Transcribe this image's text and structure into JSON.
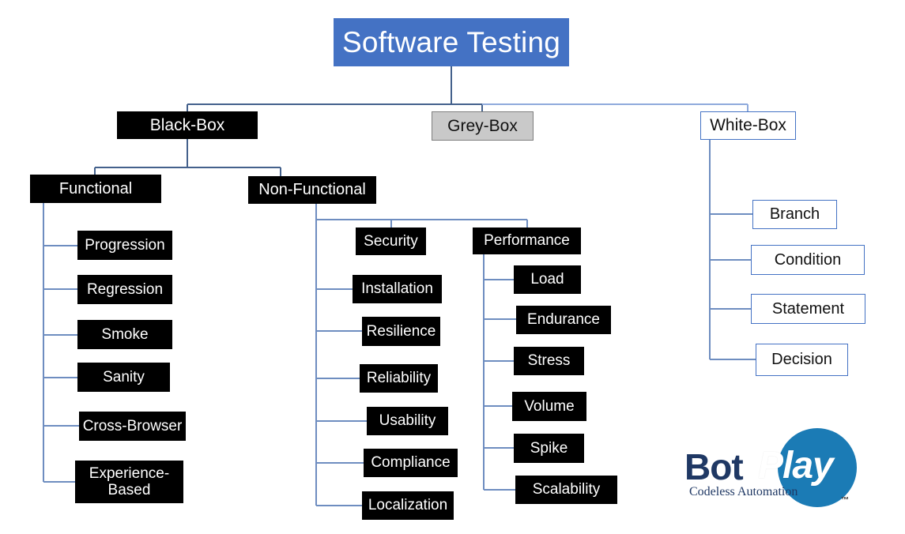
{
  "diagram": {
    "title": "Software Testing",
    "branches": {
      "black_box": "Black-Box",
      "grey_box": "Grey-Box",
      "white_box": "White-Box"
    },
    "black_box_children": {
      "functional": "Functional",
      "non_functional": "Non-Functional"
    },
    "functional_children": [
      "Progression",
      "Regression",
      "Smoke",
      "Sanity",
      "Cross-Browser",
      "Experience-\nBased"
    ],
    "non_functional_children": {
      "security": "Security",
      "performance": "Performance"
    },
    "security_siblings": [
      "Installation",
      "Resilience",
      "Reliability",
      "Usability",
      "Compliance",
      "Localization"
    ],
    "performance_children": [
      "Load",
      "Endurance",
      "Stress",
      "Volume",
      "Spike",
      "Scalability"
    ],
    "white_box_children": [
      "Branch",
      "Condition",
      "Statement",
      "Decision"
    ]
  },
  "logo": {
    "name_dark": "Bot",
    "name_light": "Play",
    "tagline": "Codeless Automation",
    "trademark": "™"
  },
  "colors": {
    "root_fill": "#4472C4",
    "black_fill": "#000000",
    "grey_fill": "#C9C9C9",
    "grey_border": "#7F7F7F",
    "white_border": "#4472C4",
    "connector_dark": "#44618C",
    "connector_light": "#8FAADC",
    "logo_navy": "#1F3864",
    "logo_blue": "#1B7BB5",
    "background": "#FFFFFF"
  },
  "chart_data": {
    "type": "tree",
    "title": "Software Testing",
    "nodes": [
      {
        "id": "root",
        "label": "Software Testing",
        "level": 0,
        "parent": null,
        "style": "blue"
      },
      {
        "id": "black",
        "label": "Black-Box",
        "level": 1,
        "parent": "root",
        "style": "black"
      },
      {
        "id": "grey",
        "label": "Grey-Box",
        "level": 1,
        "parent": "root",
        "style": "grey"
      },
      {
        "id": "white",
        "label": "White-Box",
        "level": 1,
        "parent": "root",
        "style": "white"
      },
      {
        "id": "func",
        "label": "Functional",
        "level": 2,
        "parent": "black",
        "style": "black"
      },
      {
        "id": "nonfunc",
        "label": "Non-Functional",
        "level": 2,
        "parent": "black",
        "style": "black"
      },
      {
        "id": "progression",
        "label": "Progression",
        "level": 3,
        "parent": "func",
        "style": "black"
      },
      {
        "id": "regression",
        "label": "Regression",
        "level": 3,
        "parent": "func",
        "style": "black"
      },
      {
        "id": "smoke",
        "label": "Smoke",
        "level": 3,
        "parent": "func",
        "style": "black"
      },
      {
        "id": "sanity",
        "label": "Sanity",
        "level": 3,
        "parent": "func",
        "style": "black"
      },
      {
        "id": "crossbrowser",
        "label": "Cross-Browser",
        "level": 3,
        "parent": "func",
        "style": "black"
      },
      {
        "id": "experience",
        "label": "Experience-Based",
        "level": 3,
        "parent": "func",
        "style": "black"
      },
      {
        "id": "security",
        "label": "Security",
        "level": 3,
        "parent": "nonfunc",
        "style": "black"
      },
      {
        "id": "installation",
        "label": "Installation",
        "level": 3,
        "parent": "nonfunc",
        "style": "black"
      },
      {
        "id": "resilience",
        "label": "Resilience",
        "level": 3,
        "parent": "nonfunc",
        "style": "black"
      },
      {
        "id": "reliability",
        "label": "Reliability",
        "level": 3,
        "parent": "nonfunc",
        "style": "black"
      },
      {
        "id": "usability",
        "label": "Usability",
        "level": 3,
        "parent": "nonfunc",
        "style": "black"
      },
      {
        "id": "compliance",
        "label": "Compliance",
        "level": 3,
        "parent": "nonfunc",
        "style": "black"
      },
      {
        "id": "localization",
        "label": "Localization",
        "level": 3,
        "parent": "nonfunc",
        "style": "black"
      },
      {
        "id": "performance",
        "label": "Performance",
        "level": 3,
        "parent": "nonfunc",
        "style": "black"
      },
      {
        "id": "load",
        "label": "Load",
        "level": 4,
        "parent": "performance",
        "style": "black"
      },
      {
        "id": "endurance",
        "label": "Endurance",
        "level": 4,
        "parent": "performance",
        "style": "black"
      },
      {
        "id": "stress",
        "label": "Stress",
        "level": 4,
        "parent": "performance",
        "style": "black"
      },
      {
        "id": "volume",
        "label": "Volume",
        "level": 4,
        "parent": "performance",
        "style": "black"
      },
      {
        "id": "spike",
        "label": "Spike",
        "level": 4,
        "parent": "performance",
        "style": "black"
      },
      {
        "id": "scalability",
        "label": "Scalability",
        "level": 4,
        "parent": "performance",
        "style": "black"
      },
      {
        "id": "branch",
        "label": "Branch",
        "level": 2,
        "parent": "white",
        "style": "white"
      },
      {
        "id": "condition",
        "label": "Condition",
        "level": 2,
        "parent": "white",
        "style": "white"
      },
      {
        "id": "statement",
        "label": "Statement",
        "level": 2,
        "parent": "white",
        "style": "white"
      },
      {
        "id": "decision",
        "label": "Decision",
        "level": 2,
        "parent": "white",
        "style": "white"
      }
    ]
  }
}
